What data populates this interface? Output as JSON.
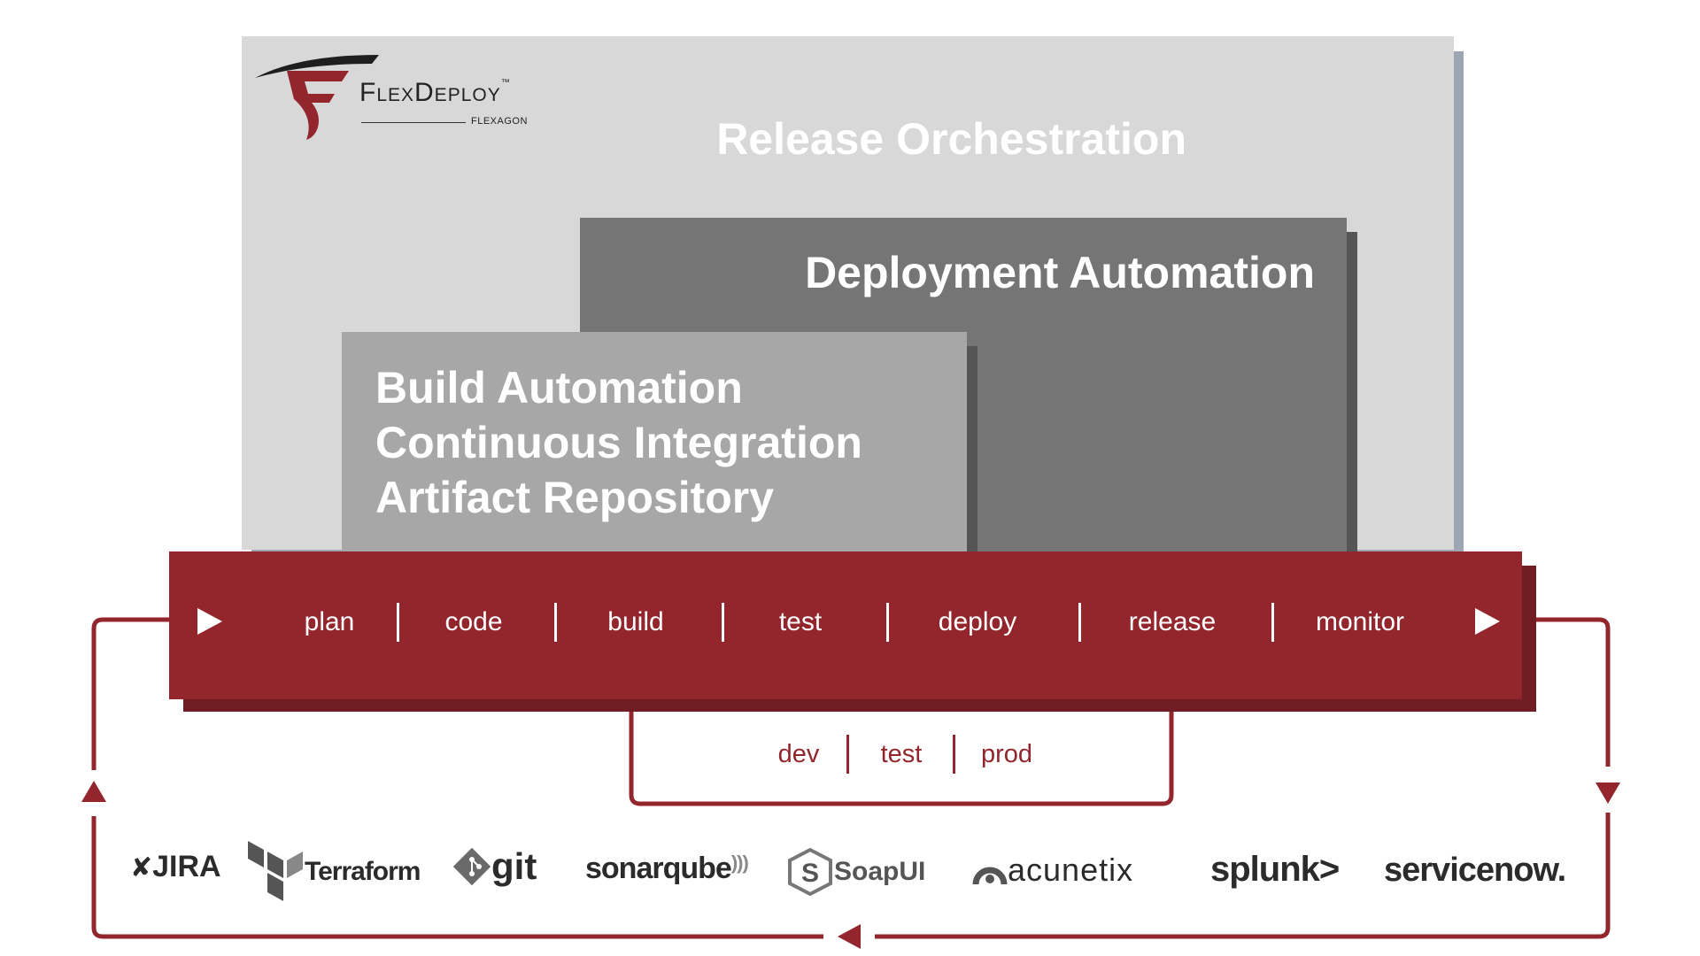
{
  "logo": {
    "name": "FlexDeploy",
    "tm": "™",
    "company": "FLEXAGON"
  },
  "layers": {
    "release": "Release Orchestration",
    "deployment": "Deployment Automation",
    "build": [
      "Build Automation",
      "Continuous Integration",
      "Artifact Repository"
    ]
  },
  "pipeline": {
    "stages": [
      "plan",
      "code",
      "build",
      "test",
      "deploy",
      "release",
      "monitor"
    ]
  },
  "environments": [
    "dev",
    "test",
    "prod"
  ],
  "tools": [
    "JIRA",
    "Terraform",
    "git",
    "sonarqube",
    "SoapUI",
    "acunetix",
    "splunk>",
    "servicenow."
  ],
  "colors": {
    "brand_red": "#92262c",
    "light_panel": "#d8d8d8",
    "dark_panel": "#757575",
    "mid_panel": "#a7a7a7"
  }
}
